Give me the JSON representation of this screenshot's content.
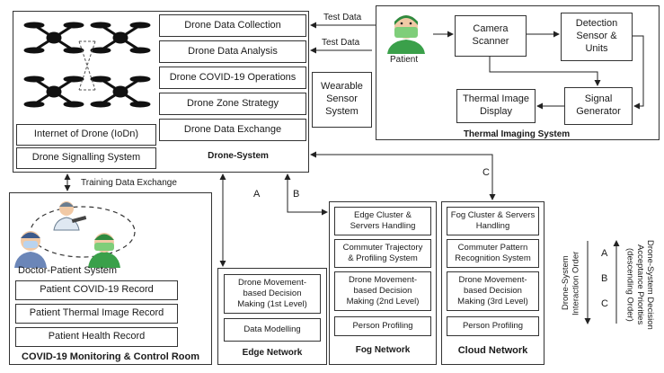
{
  "drone_system": {
    "title": "Drone-System",
    "left_items": [
      "Internet of Drone (IoDn)",
      "Drone Signalling System"
    ],
    "right_items": [
      "Drone Data Collection",
      "Drone Data Analysis",
      "Drone COVID-19 Operations",
      "Drone Zone Strategy",
      "Drone Data Exchange"
    ]
  },
  "wearable": "Wearable\nSensor\nSystem",
  "test_data_1": "Test Data",
  "test_data_2": "Test Data",
  "thermal": {
    "title": "Thermal Imaging System",
    "patient_label": "Patient",
    "camera": "Camera\nScanner",
    "detection": "Detection\nSensor &\nUnits",
    "display": "Thermal Image\nDisplay",
    "signal": "Signal\nGenerator"
  },
  "training": "Training Data Exchange",
  "control_room": {
    "title": "COVID-19 Monitoring & Control Room",
    "dps_label": "Doctor-Patient System",
    "records": [
      "Patient COVID-19 Record",
      "Patient Thermal Image Record",
      "Patient Health Record"
    ]
  },
  "letters": {
    "a": "A",
    "b": "B",
    "c": "C"
  },
  "edge": {
    "title": "Edge Network",
    "items": [
      "Drone Movement-\nbased Decision\nMaking (1st Level)",
      "Data Modelling"
    ]
  },
  "fog": {
    "title": "Fog Network",
    "items": [
      "Edge Cluster &\nServers Handling",
      "Commuter Trajectory\n& Profiling System",
      "Drone Movement-\nbased Decision\nMaking (2nd Level)",
      "Person Profiling"
    ]
  },
  "cloud": {
    "title": "Cloud Network",
    "items": [
      "Fog Cluster & Servers\nHandling",
      "Commuter Pattern\nRecognition System",
      "Drone Movement-\nbased Decision\nMaking (3rd Level)",
      "Person Profiling"
    ]
  },
  "legend": {
    "left": "Drone-System\nInteraction Order",
    "right": "Drone-System Decision\nAcceptance Priorities\n(descending Order)",
    "letters": [
      "A",
      "B",
      "C"
    ]
  },
  "colors": {
    "skin": "#f1c9a5",
    "mask": "#7fce7a",
    "cap": "#3aa04a",
    "drone": "#111111"
  }
}
